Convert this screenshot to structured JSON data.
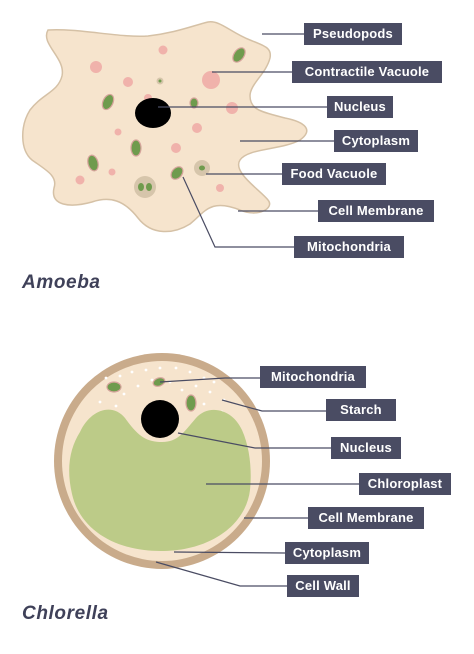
{
  "amoeba": {
    "title": "Amoeba",
    "labels": {
      "pseudopods": "Pseudopods",
      "contractile_vacuole": "Contractile Vacuole",
      "nucleus": "Nucleus",
      "cytoplasm": "Cytoplasm",
      "food_vacuole": "Food Vacuole",
      "cell_membrane": "Cell Membrane",
      "mitochondria": "Mitochondria"
    }
  },
  "chlorella": {
    "title": "Chlorella",
    "labels": {
      "mitochondria": "Mitochondria",
      "starch": "Starch",
      "nucleus": "Nucleus",
      "chloroplast": "Chloroplast",
      "cell_membrane": "Cell Membrane",
      "cytoplasm": "Cytoplasm",
      "cell_wall": "Cell Wall"
    }
  },
  "colors": {
    "label_bg": "#4a4c63",
    "label_text": "#ffffff",
    "cell_fill": "#f6e4cd",
    "cell_edge": "#d5c1a6",
    "nucleus": "#000000",
    "contractile_vacuole": "#f0b2ab",
    "mitochondria": "#6f9b4d",
    "food_vacuole": "#d6c5ab",
    "chloroplast": "#bccb88",
    "cell_wall": "#c9ab8b"
  }
}
